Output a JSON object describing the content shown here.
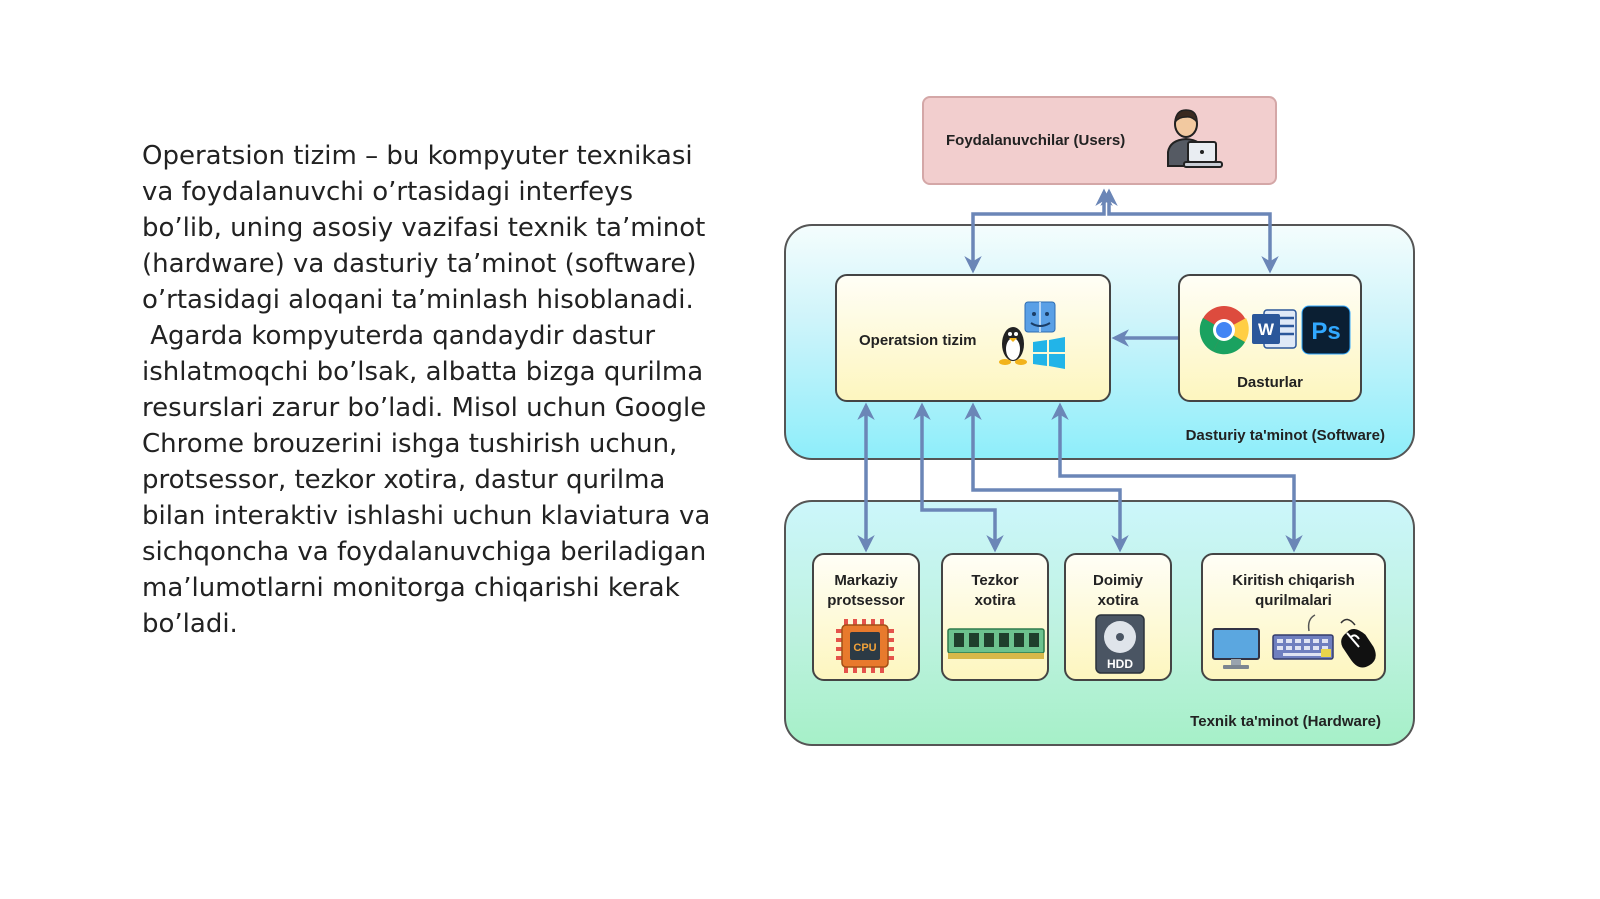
{
  "paragraph": {
    "lines": [
      "Operatsion tizim – bu kompyuter texnikasi",
      "va foydalanuvchi o’rtasidagi interfeys",
      "bo’lib, uning asosiy vazifasi texnik ta’minot",
      "(hardware) va dasturiy ta’minot (software)",
      "o’rtasidagi aloqani ta’minlash hisoblanadi.",
      " Agarda kompyuterda qandaydir dastur",
      "ishlatmoqchi bo’lsak, albatta bizga qurilma",
      "resurslari zarur bo’ladi. Misol uchun Google",
      "Chrome brouzerini ishga tushirish uchun,",
      "protsessor, tezkor xotira, dastur qurilma",
      "bilan interaktiv ishlashi uchun klaviatura va",
      "sichqoncha va foydalanuvchiga beriladigan",
      "ma’lumotlarni monitorga chiqarishi kerak",
      "bo’ladi."
    ]
  },
  "diagram": {
    "users": {
      "label": "Foydalanuvchilar (Users)",
      "icon": "user-laptop-icon"
    },
    "software": {
      "group_label": "Dasturiy ta'minot (Software)",
      "os": {
        "label": "Operatsion tizim",
        "icons": [
          "linux-icon",
          "finder-icon",
          "windows-icon"
        ]
      },
      "apps": {
        "label": "Dasturlar",
        "icons": [
          "chrome-icon",
          "word-icon",
          "photoshop-icon"
        ],
        "ps_text": "Ps",
        "word_text": "W"
      }
    },
    "hardware": {
      "group_label": "Texnik ta'minot (Hardware)",
      "cpu": {
        "line1": "Markaziy",
        "line2": "protsessor",
        "chip_text": "CPU"
      },
      "ram": {
        "line1": "Tezkor",
        "line2": "xotira"
      },
      "hdd": {
        "line1": "Doimiy",
        "line2": "xotira",
        "disk_text": "HDD"
      },
      "io": {
        "line1": "Kiritish chiqarish",
        "line2": "qurilmalari"
      }
    },
    "colors": {
      "arrow": "#6b86b7",
      "users_fill": "#f2cece",
      "box_fill": "#fdf6bf",
      "software_fill": "#8eeefa",
      "hardware_fill": "#a6f0c8"
    }
  }
}
